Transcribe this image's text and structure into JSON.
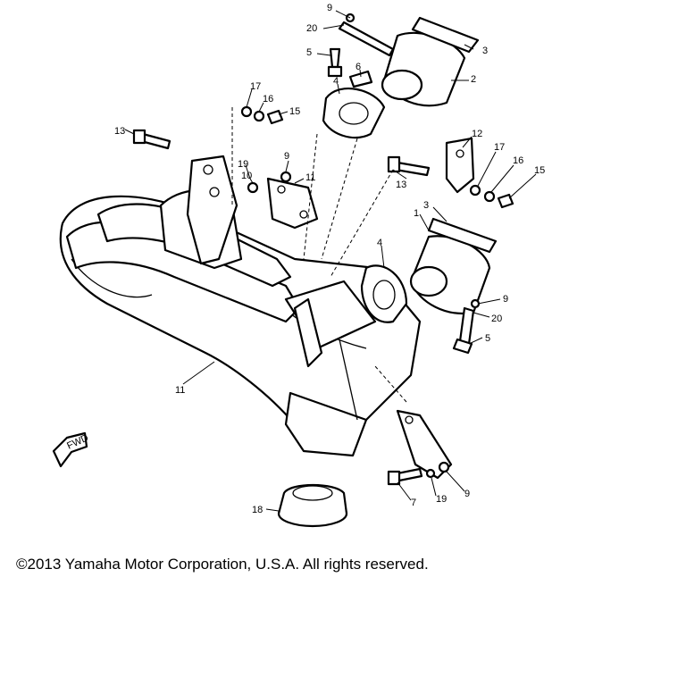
{
  "copyright": "©2013 Yamaha Motor Corporation, U.S.A. All rights reserved.",
  "fwd_label": "FWD",
  "callouts": [
    "9",
    "20",
    "3",
    "5",
    "6",
    "2",
    "4",
    "17",
    "16",
    "15",
    "13",
    "19",
    "9",
    "10",
    "11",
    "12",
    "17",
    "16",
    "15",
    "13",
    "3",
    "1",
    "4",
    "9",
    "20",
    "5",
    "11",
    "7",
    "19",
    "9",
    "18"
  ]
}
